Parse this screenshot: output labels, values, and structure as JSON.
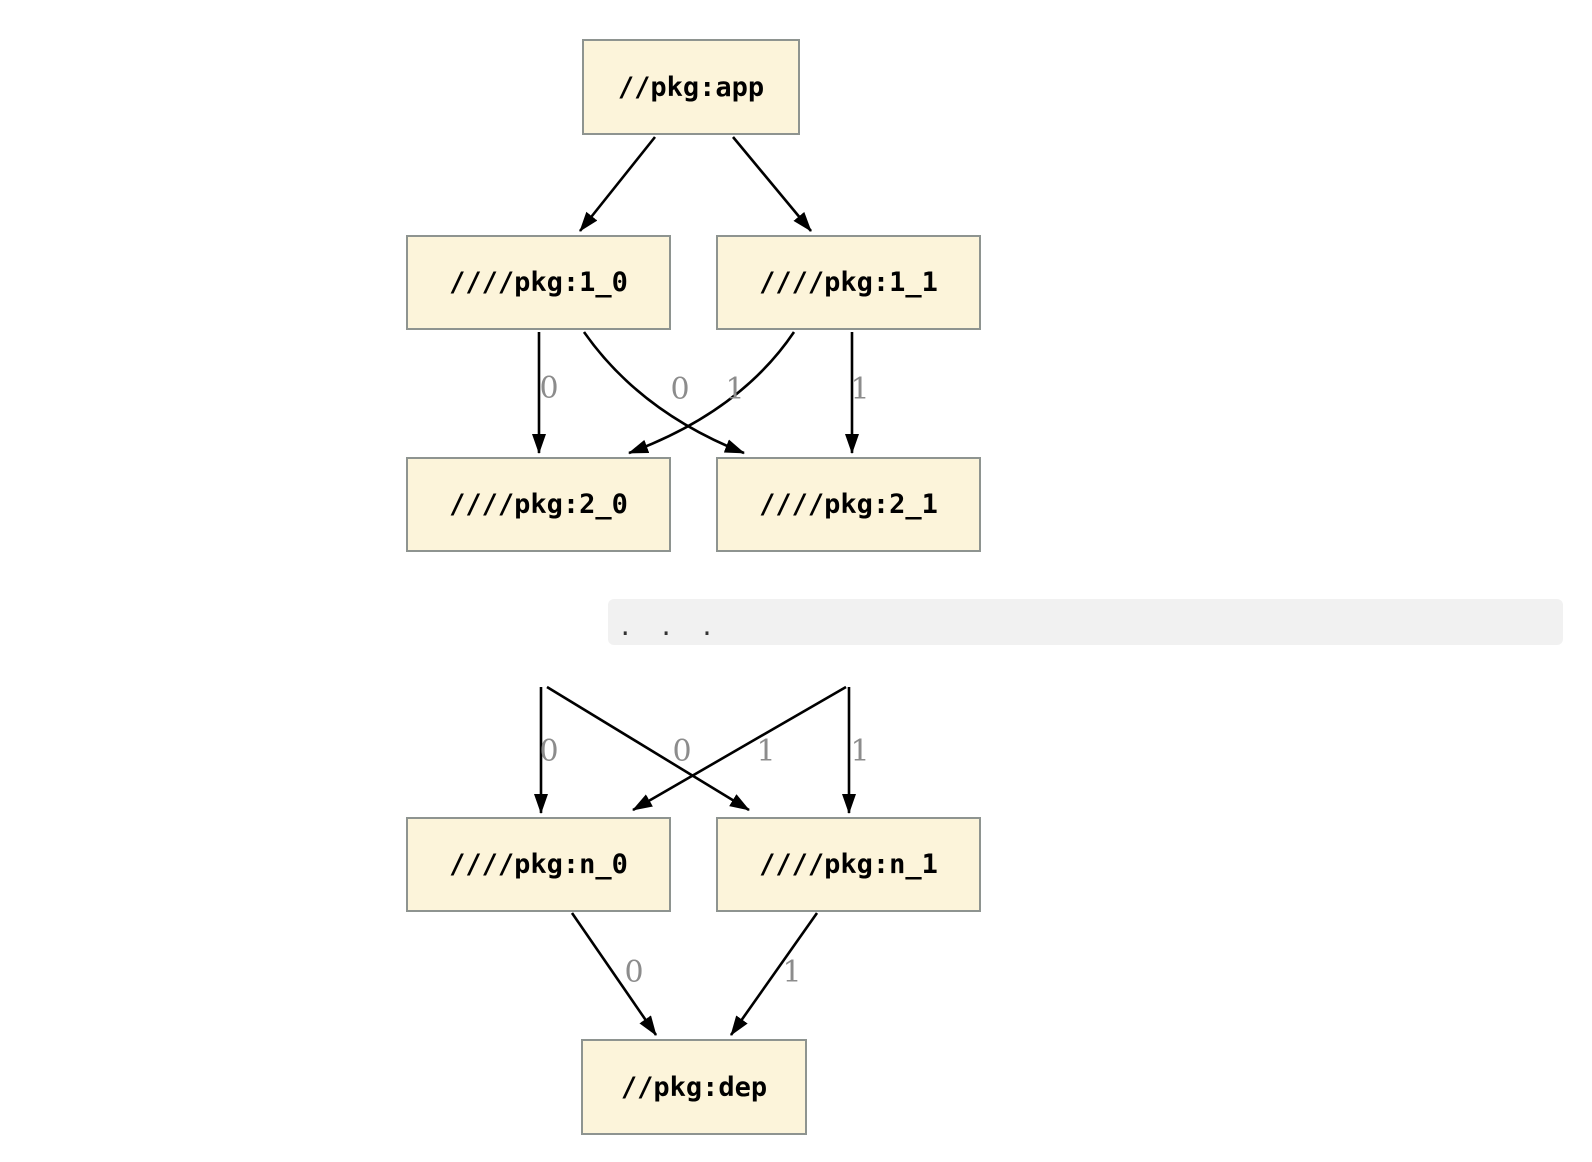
{
  "graph": {
    "nodes": {
      "app": "//pkg:app",
      "pkg1_0": "////pkg:1_0",
      "pkg1_1": "////pkg:1_1",
      "pkg2_0": "////pkg:2_0",
      "pkg2_1": "////pkg:2_1",
      "ellipsis": ". . .",
      "pkgn_0": "////pkg:n_0",
      "pkgn_1": "////pkg:n_1",
      "dep": "//pkg:dep"
    },
    "edge_labels": {
      "upper_left_0": "0",
      "upper_mid_0": "0",
      "upper_mid_1": "1",
      "upper_right_1": "1",
      "mid_left_0": "0",
      "mid_mid_0": "0",
      "mid_mid_1": "1",
      "mid_right_1": "1",
      "bottom_0": "0",
      "bottom_1": "1"
    }
  },
  "colors": {
    "node_fill": "#fcf4da",
    "node_border": "#8e9490",
    "edge": "#000000",
    "edge_label": "#8c8c8c",
    "band_bg": "#f1f1f1",
    "band_text": "#333333",
    "canvas_bg": "#ffffff"
  }
}
